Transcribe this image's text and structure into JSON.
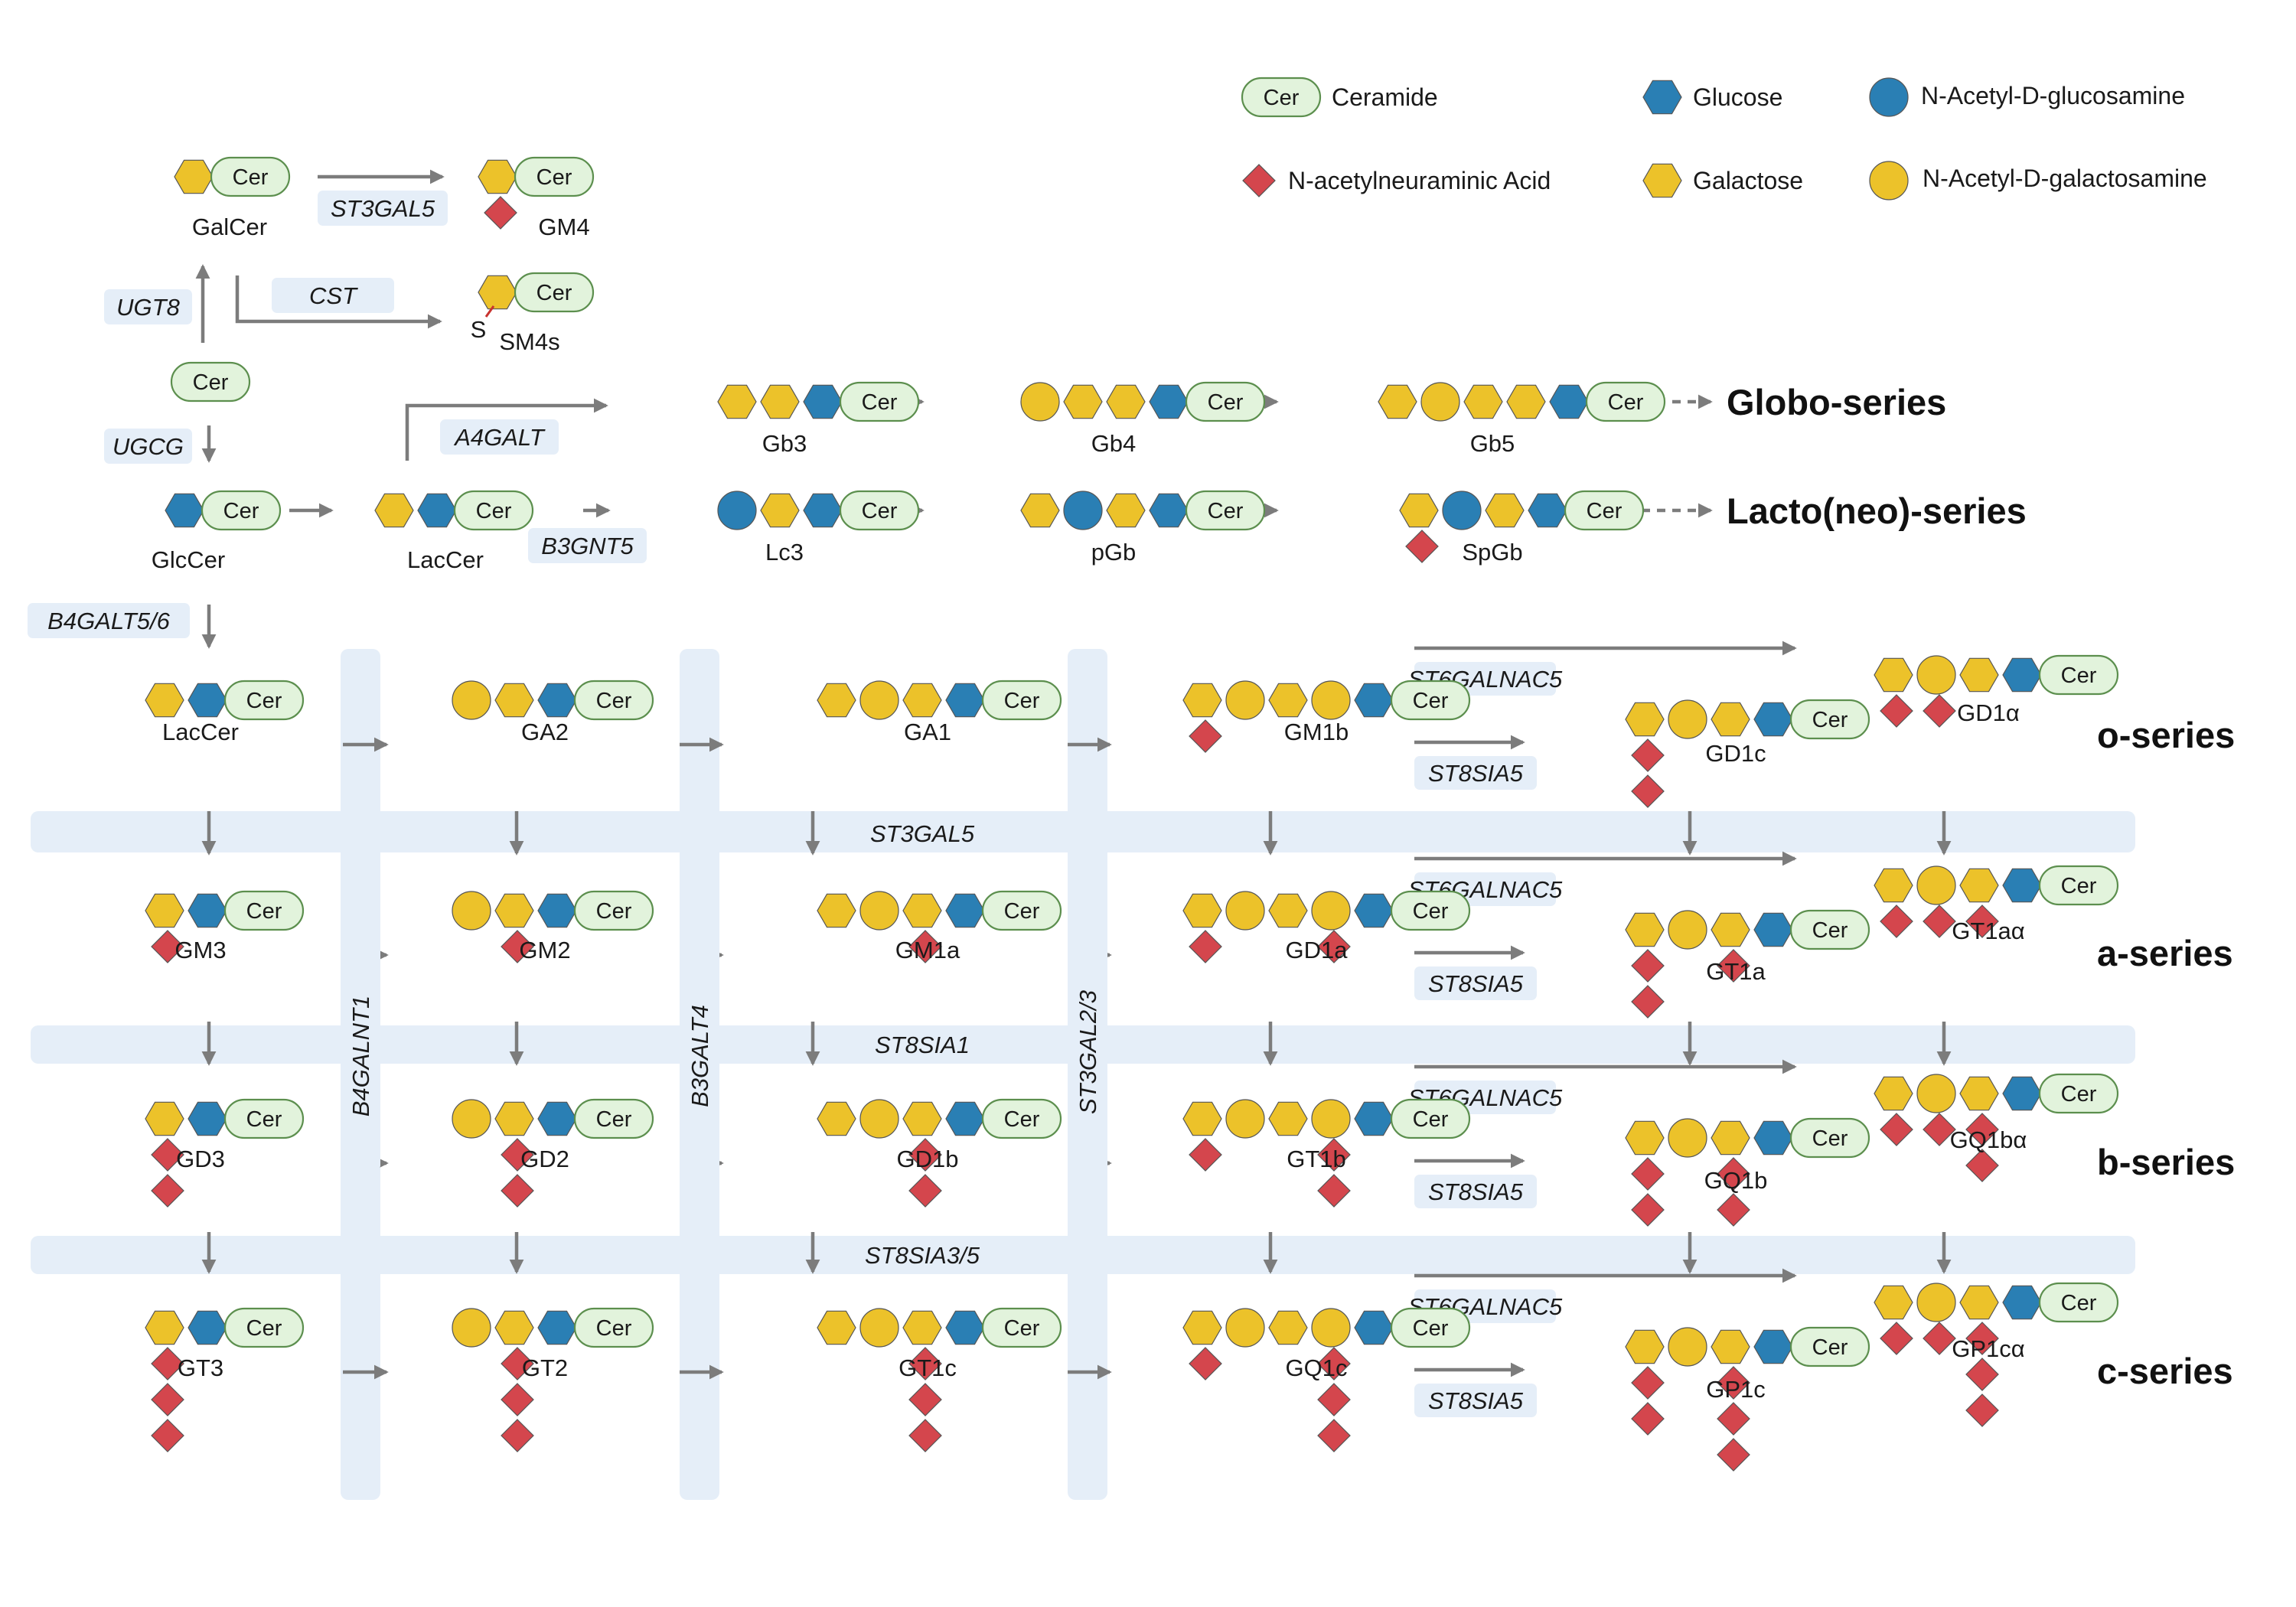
{
  "colors": {
    "glucose": "#2a7fb4",
    "galactose": "#ecc22a",
    "galnac": "#ecc22a",
    "glcnac": "#2a7fb4",
    "neu5ac": "#d4464d",
    "ceramide_fill": "#e2f3dc",
    "ceramide_stroke": "#5c8f4e",
    "arrow": "#7c7c7c",
    "band": "#e5eef8",
    "sulfate": "#c8332f"
  },
  "legend": {
    "ceramide": "Ceramide",
    "glucose": "Glucose",
    "glcnac": "N-Acetyl-D-glucosamine",
    "neu5ac": "N-acetylneuraminic Acid",
    "galactose": "Galactose",
    "galnac": "N-Acetyl-D-galactosamine"
  },
  "cer_label": "Cer",
  "sulfate_label": "S",
  "top": {
    "galcer": "GalCer",
    "gm4": "GM4",
    "sm4s": "SM4s",
    "glccer": "GlcCer",
    "laccer": "LacCer",
    "gb3": "Gb3",
    "gb4": "Gb4",
    "gb5": "Gb5",
    "lc3": "Lc3",
    "pgb": "pGb",
    "spgb": "SpGb",
    "globo_series": "Globo-series",
    "lacto_series": "Lacto(neo)-series"
  },
  "enzymes": {
    "st3gal5_top": "ST3GAL5",
    "cst": "CST",
    "ugt8": "UGT8",
    "ugcg": "UGCG",
    "a4galt": "A4GALT",
    "b3gnt5": "B3GNT5",
    "b4galt56": "B4GALT5/6",
    "b4galnt1": "B4GALNT1",
    "b3galt4": "B3GALT4",
    "st3gal23": "ST3GAL2/3",
    "st3gal5": "ST3GAL5",
    "st8sia1": "ST8SIA1",
    "st8sia35": "ST8SIA3/5",
    "st6galnac5": "ST6GALNAC5",
    "st8sia5": "ST8SIA5"
  },
  "series_labels": [
    "o-series",
    "a-series",
    "b-series",
    "c-series"
  ],
  "grid": [
    [
      "LacCer",
      "GA2",
      "GA1",
      "GM1b",
      "GD1c",
      "GD1α"
    ],
    [
      "GM3",
      "GM2",
      "GM1a",
      "GD1a",
      "GT1a",
      "GT1aα"
    ],
    [
      "GD3",
      "GD2",
      "GD1b",
      "GT1b",
      "GQ1b",
      "GQ1bα"
    ],
    [
      "GT3",
      "GT2",
      "GT1c",
      "GQ1c",
      "GP1c",
      "GP1cα"
    ]
  ]
}
